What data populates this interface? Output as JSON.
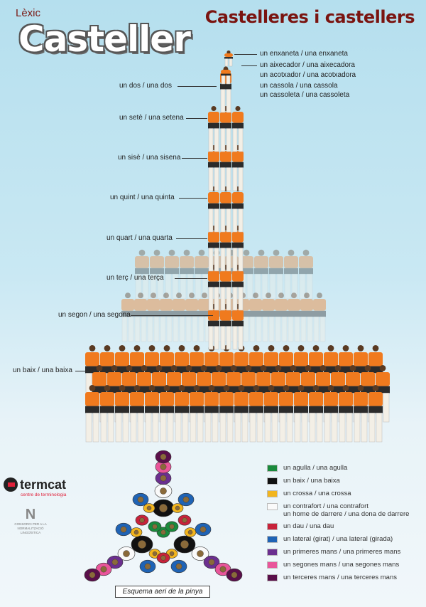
{
  "header": {
    "lexic": "Lèxic",
    "logo": "Casteller",
    "title": "Castelleres i castellers"
  },
  "tower_labels_right": [
    "un enxaneta / una enxaneta",
    "un aixecador / una aixecadora",
    "un acotxador / una acotxadora",
    "un cassola / una cassola",
    "un cassoleta / una cassoleta"
  ],
  "tower_labels_left": [
    "un dos / una dos",
    "un setè / una setena",
    "un sisè / una sisena",
    "un quint / una quinta",
    "un quart / una quarta",
    "un terç / una terça",
    "un segon / una segona",
    "un baix / una baixa"
  ],
  "legend": [
    {
      "label": "un agulla / una agulla",
      "color": "#1a8a3c"
    },
    {
      "label": "un baix / una baixa",
      "color": "#111111"
    },
    {
      "label": "un crossa / una crossa",
      "color": "#f2b51e"
    },
    {
      "label": "un contrafort / una contrafort",
      "label2": "un home de darrere / una dona de darrere",
      "color": "#fafafa"
    },
    {
      "label": "un dau / una dau",
      "color": "#c8223a"
    },
    {
      "label": "un lateral (girat) / una lateral (girada)",
      "color": "#1f63b5"
    },
    {
      "label": "un primeres mans / una primeres mans",
      "color": "#6b2f8f"
    },
    {
      "label": "un segones mans / una segones mans",
      "color": "#e9559a"
    },
    {
      "label": "un terceres mans / una terceres mans",
      "color": "#5a0f4a"
    }
  ],
  "pinya_caption": "Esquema aeri de la pinya",
  "logos": {
    "termcat": "termcat",
    "termcat_sub": "centre de terminologia",
    "cpnl": "CONSORCI PER A LA NORMALITZACIÓ LINGÜÍSTICA"
  }
}
